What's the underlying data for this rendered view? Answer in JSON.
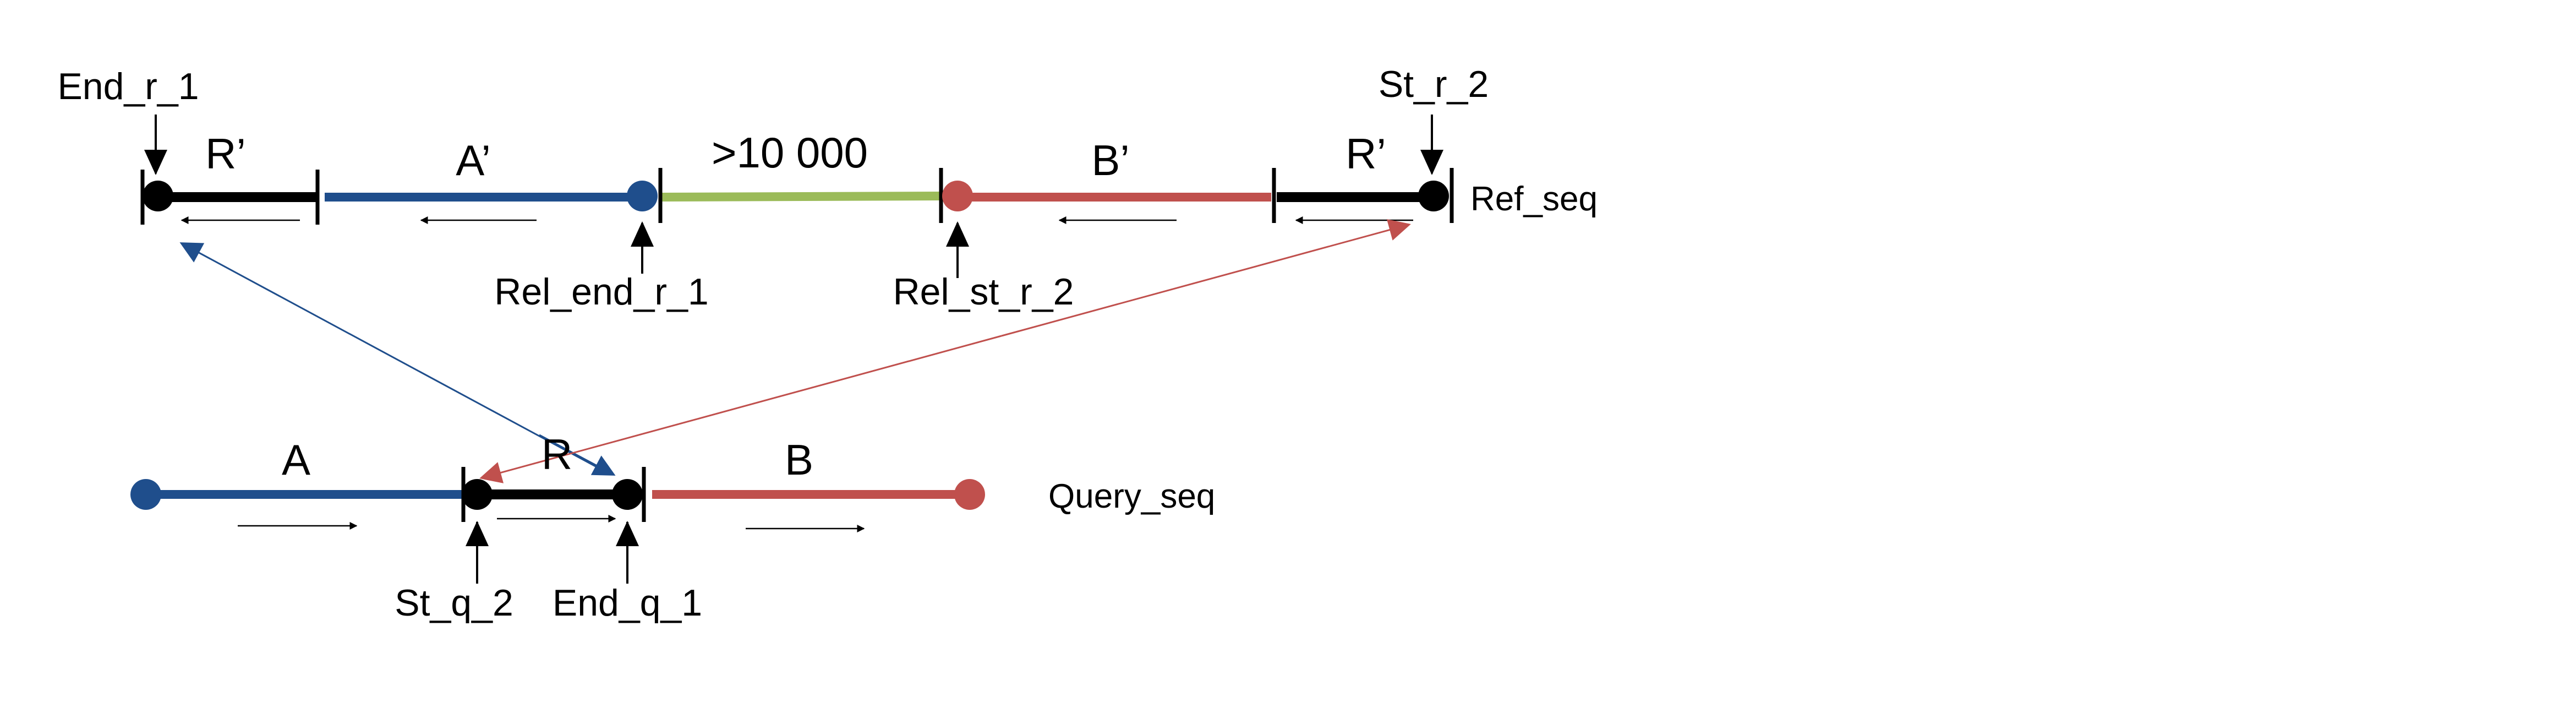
{
  "diagram": {
    "ref": {
      "label": "Ref_seq",
      "segments": {
        "r_left": "R’",
        "a_prime": "A’",
        "gap": ">10 000",
        "b_prime": "B’",
        "r_right": "R’"
      },
      "markers": {
        "end_r_1": "End_r_1",
        "st_r_2": "St_r_2",
        "rel_end_r_1": "Rel_end_r_1",
        "rel_st_r_2": "Rel_st_r_2"
      }
    },
    "query": {
      "label": "Query_seq",
      "segments": {
        "a": "A",
        "r": "R",
        "b": "B"
      },
      "markers": {
        "st_q_2": "St_q_2",
        "end_q_1": "End_q_1"
      }
    },
    "colors": {
      "blue": "#1F4E8C",
      "red": "#C0504D",
      "green": "#9BBB59",
      "black": "#000000"
    }
  }
}
